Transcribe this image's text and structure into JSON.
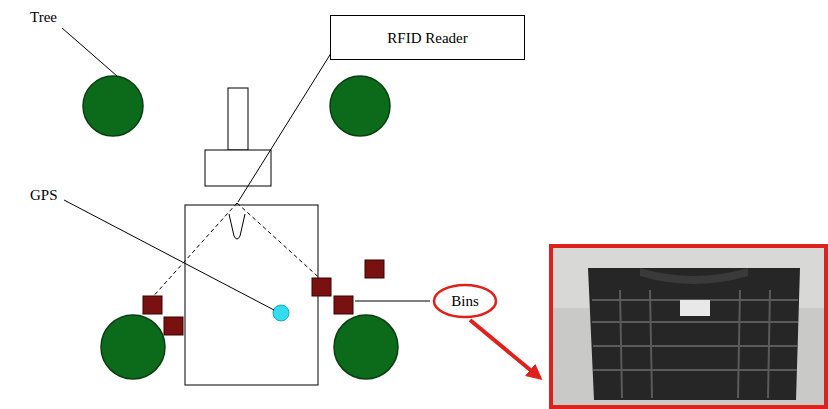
{
  "diagram": {
    "nodes": [
      {
        "text": [
          "RFID Reader"
        ]
      },
      {
        "text": [
          "Bins"
        ]
      }
    ],
    "labels": [
      "Tree",
      "GPS"
    ]
  }
}
